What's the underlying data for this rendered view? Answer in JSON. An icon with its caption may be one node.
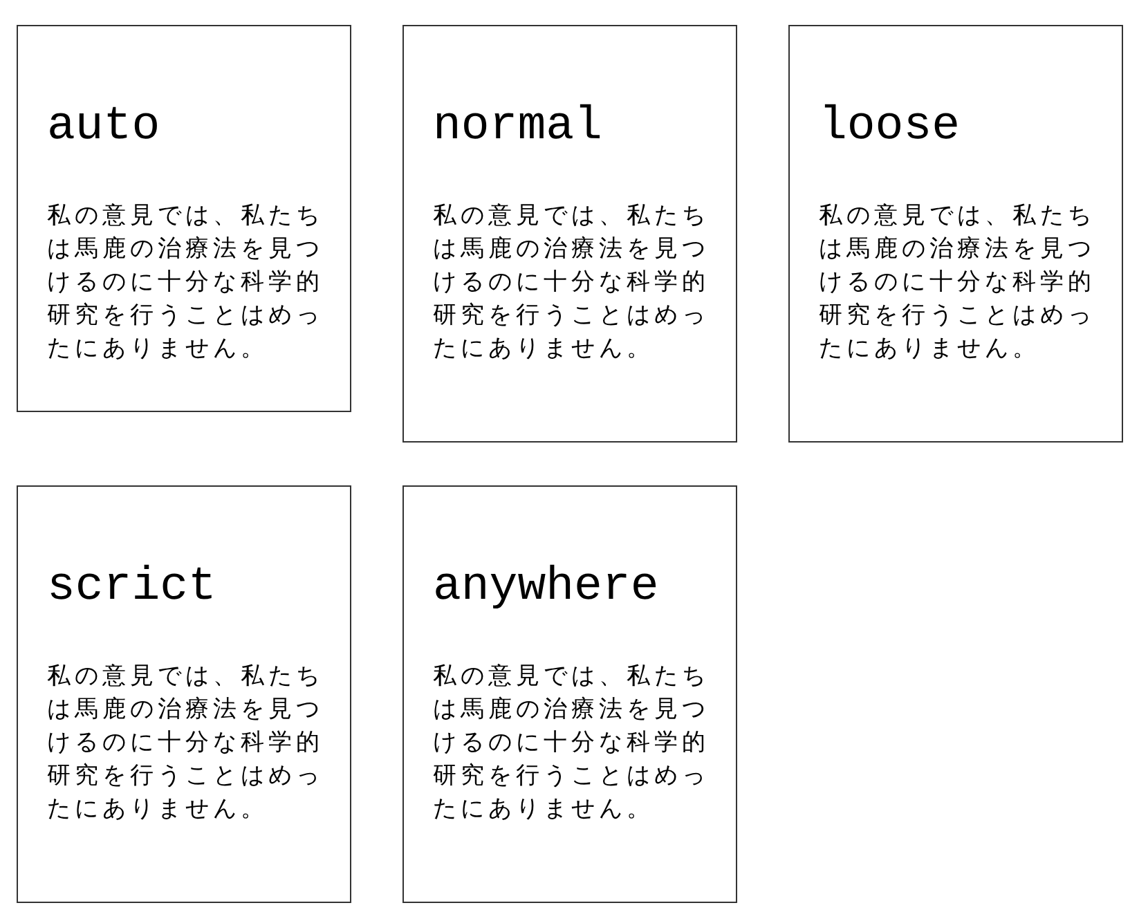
{
  "diagram": {
    "nodes": [
      {
        "text": [
          "auto",
          "私の意見では、私たちは馬鹿の治療法を見つけるのに十分な科学的研究を行うことはめったにありません。"
        ]
      },
      {
        "text": [
          "normal",
          "私の意見では、私たちは馬鹿の治療法を見つけるのに十分な科学的研究を行うことはめったにありません。"
        ]
      },
      {
        "text": [
          "loose",
          "私の意見では、私たちは馬鹿の治療法を見つけるのに十分な科学的研究を行うことはめったにありません。"
        ]
      },
      {
        "text": [
          "scrict",
          "私の意見では、私たちは馬鹿の治療法を見つけるのに十分な科学的研究を行うことはめったにありません。"
        ]
      },
      {
        "text": [
          "anywhere",
          "私の意見では、私たちは馬鹿の治療法を見つけるのに十分な科学的研究を行うことはめったにありません。"
        ]
      }
    ]
  }
}
